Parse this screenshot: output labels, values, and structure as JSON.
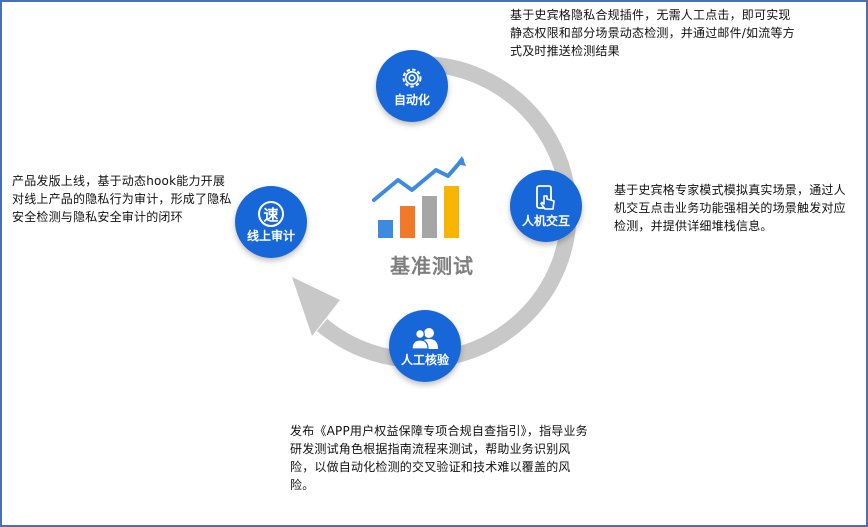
{
  "center": {
    "title": "基准测试"
  },
  "nodes": {
    "automation": {
      "label": "自动化",
      "icon": "gear-icon"
    },
    "interaction": {
      "label": "人机交互",
      "icon": "hand-tap-icon"
    },
    "manual": {
      "label": "人工核验",
      "icon": "users-icon"
    },
    "audit": {
      "label": "线上审计",
      "icon": "audit-char-icon",
      "glyph": "速"
    }
  },
  "descriptions": {
    "automation": "基于史宾格隐私合规插件，无需人工点击，即可实现静态权限和部分场景动态检测，并通过邮件/如流等方式及时推送检测结果",
    "interaction": "基于史宾格专家模式模拟真实场景，通过人机交互点击业务功能强相关的场景触发对应检测，并提供详细堆栈信息。",
    "manual": "发布《APP用户权益保障专项合规自查指引》，指导业务研发测试角色根据指南流程来测试，帮助业务识别风险，以做自动化检测的交叉验证和技术难以覆盖的风险。",
    "audit": "产品发版上线，基于动态hook能力开展对线上产品的隐私行为审计，形成了隐私安全检测与隐私安全审计的闭环"
  },
  "colors": {
    "node_blue": "#1767d8",
    "ring_gray": "#c8c8c8",
    "frame_blue": "#4a6fb5",
    "bar_blue": "#3d8be0",
    "bar_orange": "#f07a2a",
    "bar_gray": "#a6a6a6",
    "bar_yellow": "#f7b500",
    "trend_line": "#3d8be0",
    "center_text": "#7f7f7f"
  }
}
